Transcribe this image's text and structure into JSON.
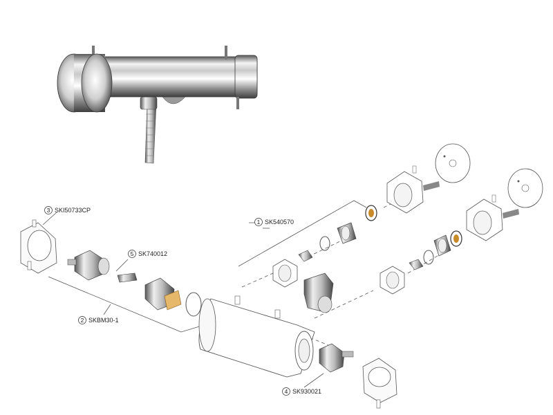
{
  "callouts": [
    {
      "number": "1",
      "code": "SK540570"
    },
    {
      "number": "2",
      "code": "SKBM30-1"
    },
    {
      "number": "3",
      "code": "SKI50733CP"
    },
    {
      "number": "4",
      "code": "SK930021"
    },
    {
      "number": "5",
      "code": "SK740012"
    }
  ],
  "colors": {
    "line": "#555555",
    "part_outline": "#666666",
    "chrome_dark": "#4a4a4a",
    "chrome_light": "#f2f2f2",
    "accent_orange": "#c98a2a"
  }
}
